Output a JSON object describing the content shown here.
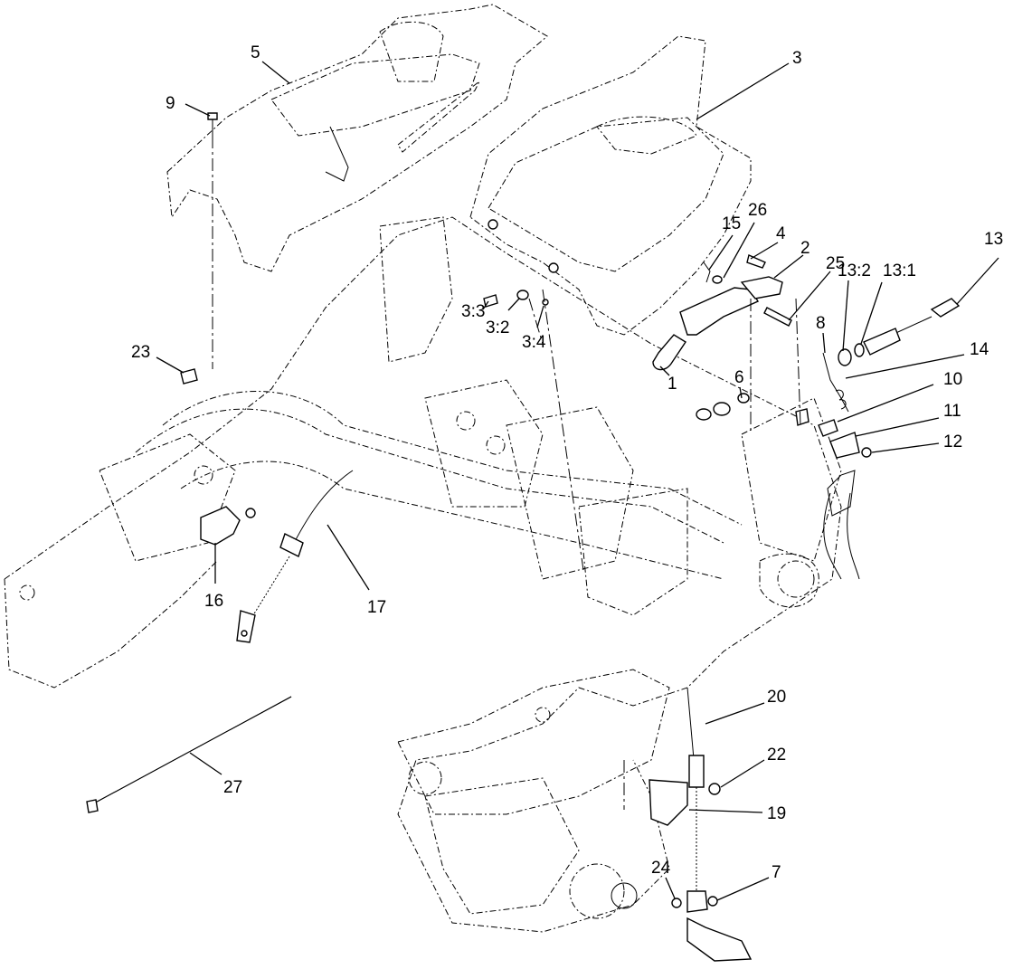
{
  "callouts": {
    "c1": "1",
    "c2": "2",
    "c3": "3",
    "c3_2": "3:2",
    "c3_3": "3:3",
    "c3_4": "3:4",
    "c4": "4",
    "c5": "5",
    "c6": "6",
    "c7": "7",
    "c8": "8",
    "c9": "9",
    "c10": "10",
    "c11": "11",
    "c12": "12",
    "c13": "13",
    "c13_1": "13:1",
    "c13_2": "13:2",
    "c14": "14",
    "c15": "15",
    "c16": "16",
    "c17": "17",
    "c19": "19",
    "c20": "20",
    "c22": "22",
    "c23": "23",
    "c24": "24",
    "c25": "25",
    "c26": "26",
    "c27": "27"
  }
}
